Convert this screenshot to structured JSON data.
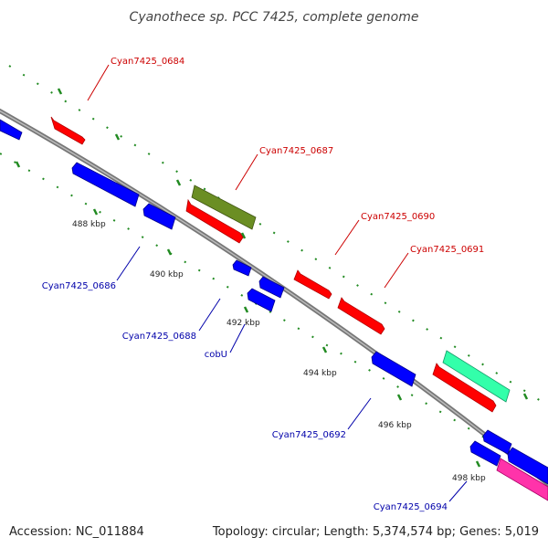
{
  "title": "Cyanothece sp. PCC 7425, complete genome",
  "footer": {
    "accession": "Accession: NC_011884",
    "summary": "Topology: circular; Length: 5,374,574 bp; Genes: 5,019"
  },
  "colors": {
    "forward_gene": "#ff0000",
    "reverse_gene": "#0000ff",
    "forward_label": "#cc0000",
    "reverse_label": "#0000aa",
    "olive_feature": "#6b8e23",
    "teal_feature": "#33ffaa",
    "pink_feature": "#ff33aa",
    "backbone": "#888888",
    "tick": "#228b22"
  },
  "ticks": [
    "488 kbp",
    "490 kbp",
    "492 kbp",
    "494 kbp",
    "496 kbp",
    "498 kbp"
  ],
  "gene_labels": {
    "g0684": "Cyan7425_0684",
    "g0686": "Cyan7425_0686",
    "g0687": "Cyan7425_0687",
    "g0688": "Cyan7425_0688",
    "cobU": "cobU",
    "g0690": "Cyan7425_0690",
    "g0691": "Cyan7425_0691",
    "g0692": "Cyan7425_0692",
    "g0694": "Cyan7425_0694"
  }
}
